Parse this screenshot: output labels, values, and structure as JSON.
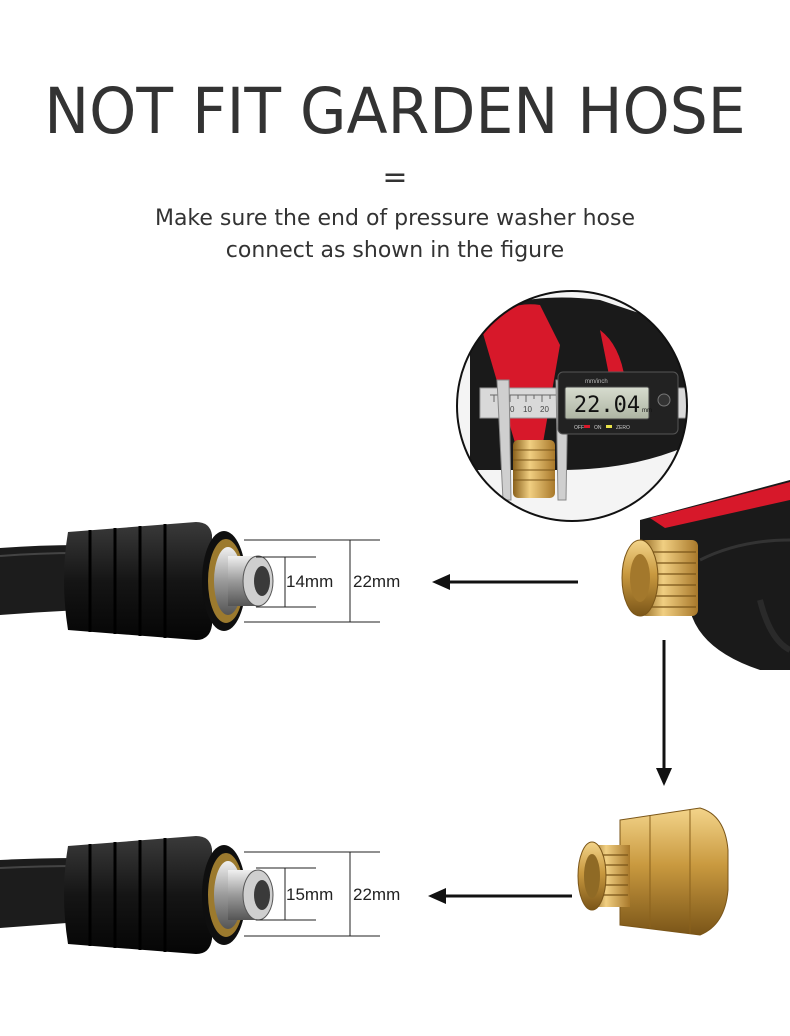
{
  "headline": "NOT FIT GARDEN HOSE",
  "equals": "=",
  "subtitle": {
    "line1": "Make sure the end of pressure washer hose",
    "line2": "connect as shown in the figure"
  },
  "caliper": {
    "reading": "22.04",
    "unit_label": "mm/inch",
    "buttons": [
      "OFF",
      "ON",
      "ZERO"
    ],
    "scale_ticks": [
      "0",
      "10",
      "20"
    ]
  },
  "top_fitting": {
    "inner": "14mm",
    "outer": "22mm"
  },
  "bottom_fitting": {
    "inner": "15mm",
    "outer": "22mm"
  },
  "colors": {
    "brass": "#c9a04a",
    "hose": "#1e1e1e",
    "gun_red": "#d7182a"
  }
}
